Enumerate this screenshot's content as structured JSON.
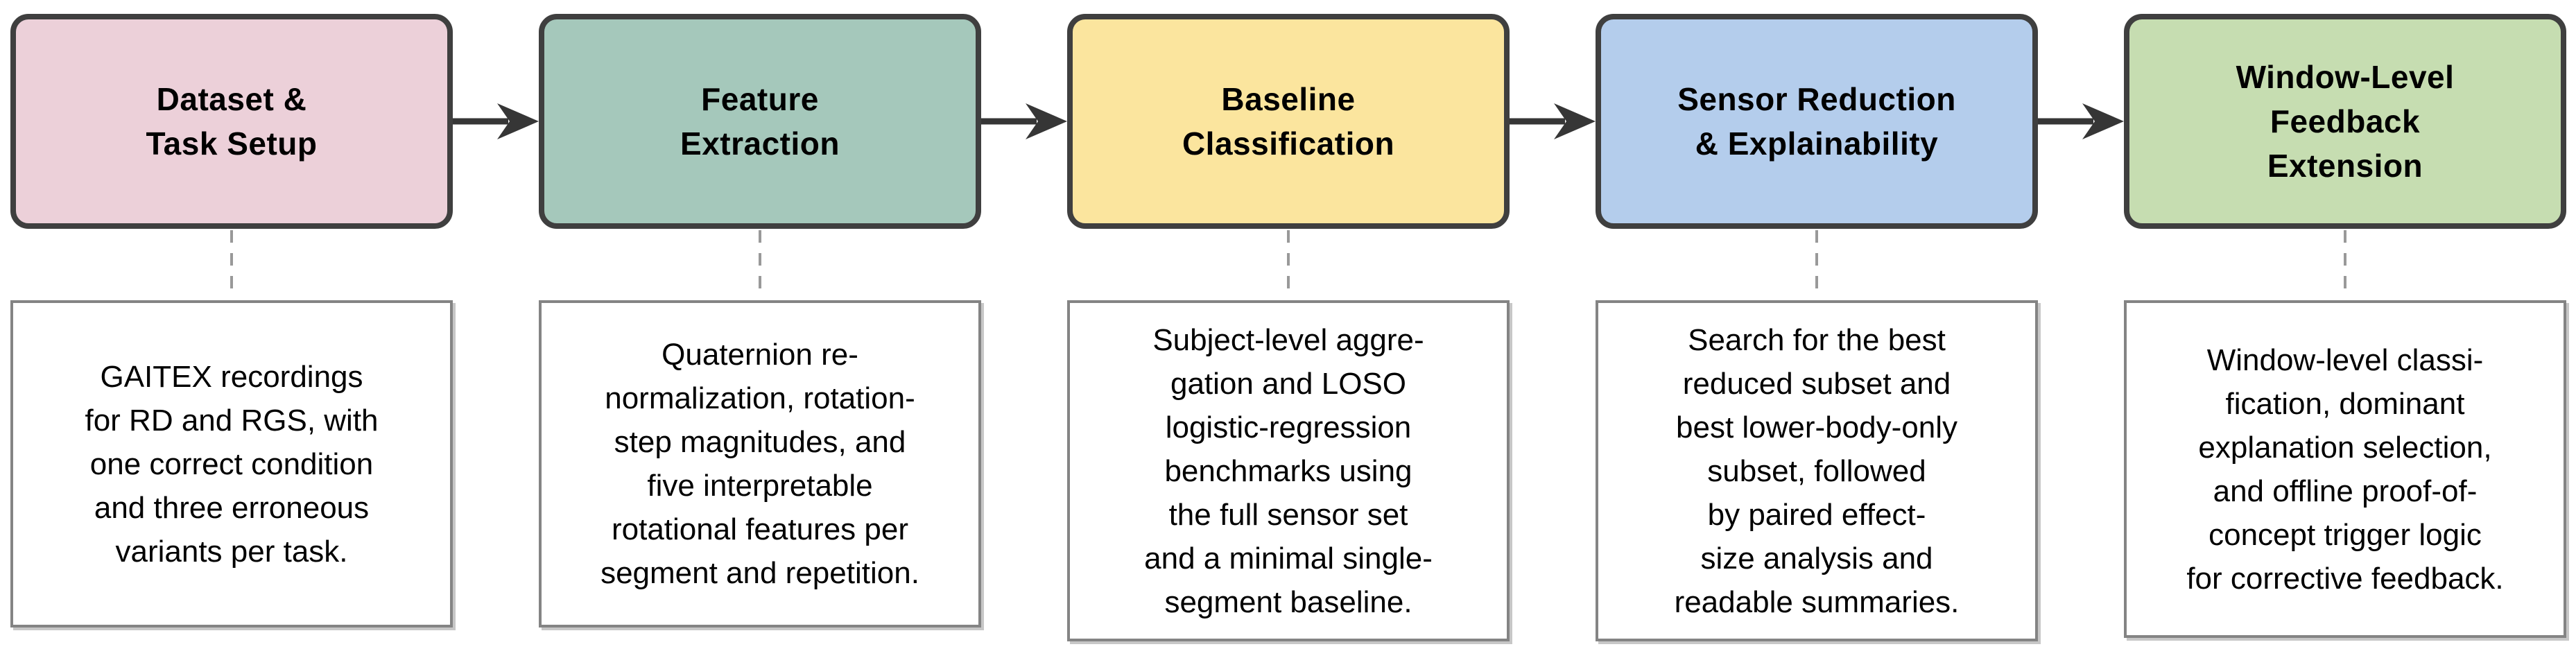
{
  "stages": [
    {
      "title": "Dataset &\nTask Setup",
      "description": "GAITEX recordings\nfor RD and RGS, with\none correct condition\nand three erroneous\nvariants per task.",
      "fill_color": "#ecd0d9"
    },
    {
      "title": "Feature\nExtraction",
      "description": "Quaternion re-\nnormalization, rotation-\nstep magnitudes, and\nfive interpretable\nrotational features per\nsegment and repetition.",
      "fill_color": "#a5c8bb"
    },
    {
      "title": "Baseline\nClassification",
      "description": "Subject-level aggre-\ngation and LOSO\nlogistic-regression\nbenchmarks using\nthe full sensor set\nand a minimal single-\nsegment baseline.",
      "fill_color": "#fbe59e"
    },
    {
      "title": "Sensor Reduction\n& Explainability",
      "description": "Search for the best\nreduced subset and\nbest lower-body-only\nsubset, followed\nby paired effect-\nsize analysis and\nreadable summaries.",
      "fill_color": "#b4cdec"
    },
    {
      "title": "Window-Level\nFeedback\nExtension",
      "description": "Window-level classi-\nfication, dominant\nexplanation selection,\nand offline proof-of-\nconcept trigger logic\nfor corrective feedback.",
      "fill_color": "#c6ddb1"
    }
  ],
  "colors": {
    "stage_border": "#3f3f3f",
    "description_border": "#848484",
    "arrow": "#363636",
    "connector": "#999999",
    "background": "#ffffff",
    "text": "#000000"
  }
}
